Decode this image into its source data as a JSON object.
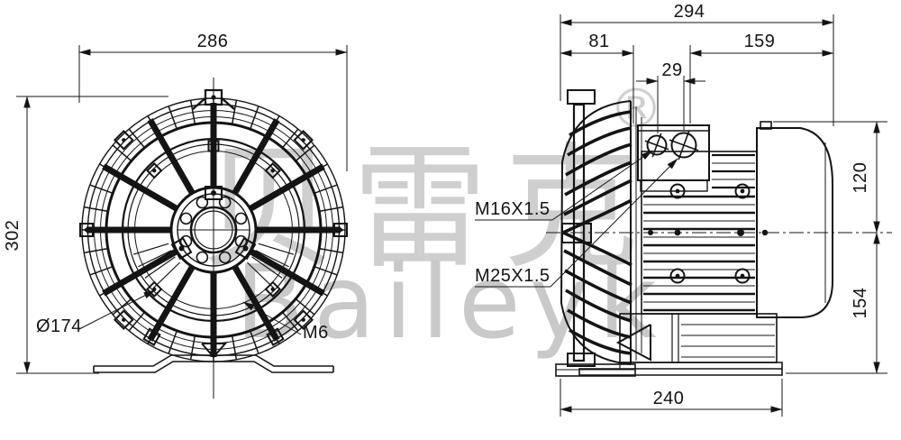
{
  "watermark": {
    "cn": "贝雷克",
    "en": "Baileyk",
    "registered": "®",
    "color": "#cfcfcf"
  },
  "colors": {
    "line": "#141414",
    "background": "#ffffff"
  },
  "front_view": {
    "dim_width": "286",
    "dim_height": "302",
    "label_diameter": "Ø174",
    "label_thread": "M6"
  },
  "side_view": {
    "dim_total_depth": "294",
    "dim_guard_depth": "81",
    "dim_motor_depth": "159",
    "dim_gland_spacing": "29",
    "dim_height_upper": "120",
    "dim_height_lower": "154",
    "dim_base_depth": "240",
    "label_gland_small": "M16X1.5",
    "label_gland_large": "M25X1.5"
  }
}
